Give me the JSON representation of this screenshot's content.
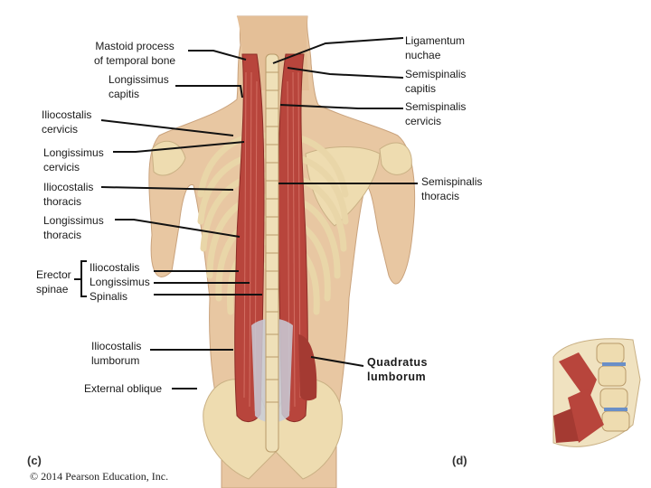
{
  "labels": {
    "mastoid": "Mastoid process\nof temporal bone",
    "longissimus_capitis": "Longissimus\ncapitis",
    "iliocostalis_cervicis": "Iliocostalis\ncervicis",
    "longissimus_cervicis": "Longissimus\ncervicis",
    "iliocostalis_thoracis": "Iliocostalis\nthoracis",
    "longissimus_thoracis": "Longissimus\nthoracis",
    "erector_spinae": "Erector\nspinae",
    "erector_group": "Iliocostalis\nLongissimus\nSpinalis",
    "iliocostalis_lumborum": "Iliocostalis\nlumborum",
    "external_oblique": "External oblique",
    "ligamentum_nuchae": "Ligamentum\nnuchae",
    "semispinalis_capitis": "Semispinalis\ncapitis",
    "semispinalis_cervicis": "Semispinalis\ncervicis",
    "semispinalis_thoracis": "Semispinalis\nthoracis",
    "quadratus_lumborum": "Quadratus\nlumborum"
  },
  "panels": {
    "c": "(c)",
    "d": "(d)"
  },
  "copyright": "© 2014 Pearson Education, Inc.",
  "colors": {
    "skin": "#e8c7a2",
    "muscle": "#b8453c",
    "bone": "#eedcb0",
    "tendon": "#c8ccd8"
  }
}
